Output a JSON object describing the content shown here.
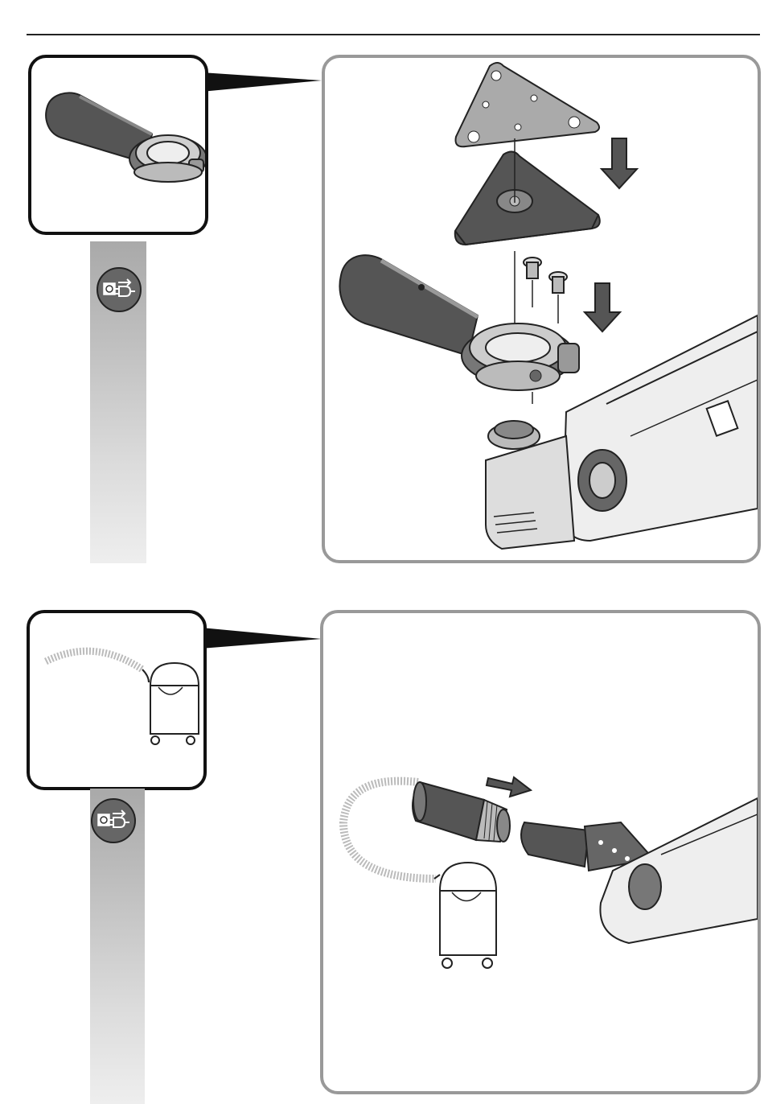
{
  "page": {
    "background": "#ffffff",
    "rule_color": "#222222",
    "panel_border": "#111111",
    "step_panel_border": "#999999"
  },
  "steps": [
    {
      "thumbnail": "dust-extraction-hood-icon",
      "instruction_icon": "unplug-power-icon",
      "illustration": [
        "sanding-sheet",
        "sanding-pad",
        "mounting-screws",
        "extraction-hood",
        "multi-tool",
        "downward-arrows"
      ]
    },
    {
      "thumbnail": "dust-extractor-icon",
      "instruction_icon": "unplug-power-icon",
      "illustration": [
        "dust-extractor",
        "extraction-hose",
        "hose-adapter",
        "multi-tool-with-hood",
        "push-arrow"
      ]
    }
  ]
}
